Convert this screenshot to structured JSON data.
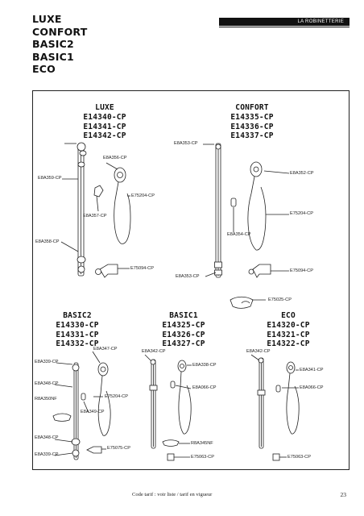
{
  "title_lines": [
    "LUXE",
    "CONFORT",
    "BASIC2",
    "BASIC1",
    "ECO"
  ],
  "section_label": "LA ROBINETTERIE",
  "models": {
    "luxe": {
      "name": "LUXE",
      "refs": [
        "E14340-CP",
        "E14341-CP",
        "E14342-CP"
      ]
    },
    "confort": {
      "name": "CONFORT",
      "refs": [
        "E14335-CP",
        "E14336-CP",
        "E14337-CP"
      ]
    },
    "basic2": {
      "name": "BASIC2",
      "refs": [
        "E14330-CP",
        "E14331-CP",
        "E14332-CP"
      ]
    },
    "basic1": {
      "name": "BASIC1",
      "refs": [
        "E14325-CP",
        "E14326-CP",
        "E14327-CP"
      ]
    },
    "eco": {
      "name": "ECO",
      "refs": [
        "E14320-CP",
        "E14321-CP",
        "E14322-CP"
      ]
    }
  },
  "parts": {
    "luxe": [
      "E8A356-CP",
      "E8A359-CP",
      "E75204-CP",
      "E8A357-CP",
      "E8A358-CP",
      "E75094-CP"
    ],
    "confort": [
      "E8A353-CP",
      "E8A352-CP",
      "E75204-CP",
      "E8A354-CP",
      "E75094-CP",
      "E8A353-CP",
      "E75025-CP"
    ],
    "basic2": [
      "E8A347-CP",
      "E8A339-CP",
      "E8A348-CP",
      "R8A350NF",
      "E75204-CP",
      "E8A349-CP",
      "E8A348-CP",
      "E8A339-CP",
      "E75075-CP"
    ],
    "basic1": [
      "E8A342-CP",
      "E8A338-CP",
      "E8A066-CP",
      "R8A345NF",
      "E75063-CP"
    ],
    "eco": [
      "E8A342-CP",
      "E8A341-CP",
      "E8A066-CP",
      "E75063-CP"
    ]
  },
  "footer": {
    "text": "Code tarif : voir liste / tarif en vigueur",
    "page": "23"
  }
}
